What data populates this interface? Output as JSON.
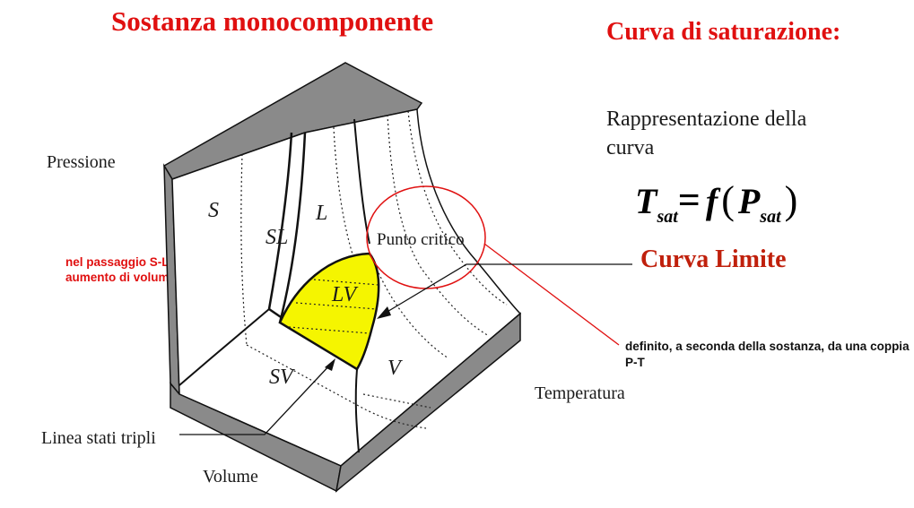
{
  "title": "Sostanza monocomponente",
  "side_title": "Curva di saturazione:",
  "representation_line1": "Rappresentazione della",
  "representation_line2": "curva",
  "formula": {
    "T": "T",
    "T_sub": "sat",
    "equals": "=",
    "f": "f",
    "open_paren": "(",
    "P": "P",
    "P_sub": "sat",
    "close_paren": ")"
  },
  "curva_limite": "Curva Limite",
  "note_sl": "nel passaggio S-L si assiste ad un aumento di volume",
  "note_pt": "definito, a seconda della sostanza, da una coppia P-T",
  "diagram": {
    "axis_pressione": "Pressione",
    "axis_temperatura": "Temperatura",
    "axis_volume": "Volume",
    "linea_stati_tripli": "Linea stati tripli",
    "punto_critico": "Punto critico",
    "regions": {
      "S": "S",
      "SL": "SL",
      "L": "L",
      "LV": "LV",
      "SV": "SV",
      "V": "V"
    }
  },
  "colors": {
    "title": "#e01010",
    "curva_limite": "#c0200c",
    "lv_fill": "#f5f500",
    "surface_side": "#8a8a8a",
    "ellipse": "#e01010"
  }
}
